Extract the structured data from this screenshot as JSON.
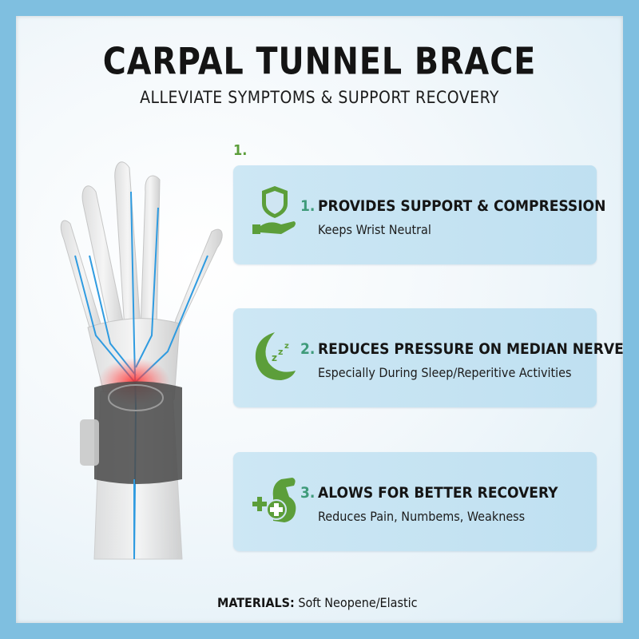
{
  "title": "CARPAL TUNNEL BRACE",
  "subtitle": "ALLEVIATE SYMPTOMS & SUPPORT RECOVERY",
  "step_marker": "1.",
  "benefits": [
    {
      "number": "1.",
      "heading": "PROVIDES SUPPORT & COMPRESSION",
      "description": "Keeps Wrist Neutral",
      "icon": "shield-hand-icon"
    },
    {
      "number": "2.",
      "heading": "REDUCES PRESSURE ON MEDIAN NERVE",
      "description": "Especially During Sleep/Reperitive Activities",
      "icon": "moon-sleep-icon"
    },
    {
      "number": "3.",
      "heading": "ALOWS FOR BETTER RECOVERY",
      "description": "Reduces Pain, Numbems, Weakness",
      "icon": "arm-health-icon"
    }
  ],
  "materials": {
    "label": "MATERIALS:",
    "value": "Soft Neopene/Elastic"
  },
  "colors": {
    "icon_green": "#5c9e3a",
    "card": "#c6e3f2",
    "frame": "#7fbfe0",
    "nerve": "#2f9be0",
    "inflammation": "#e8303a"
  }
}
